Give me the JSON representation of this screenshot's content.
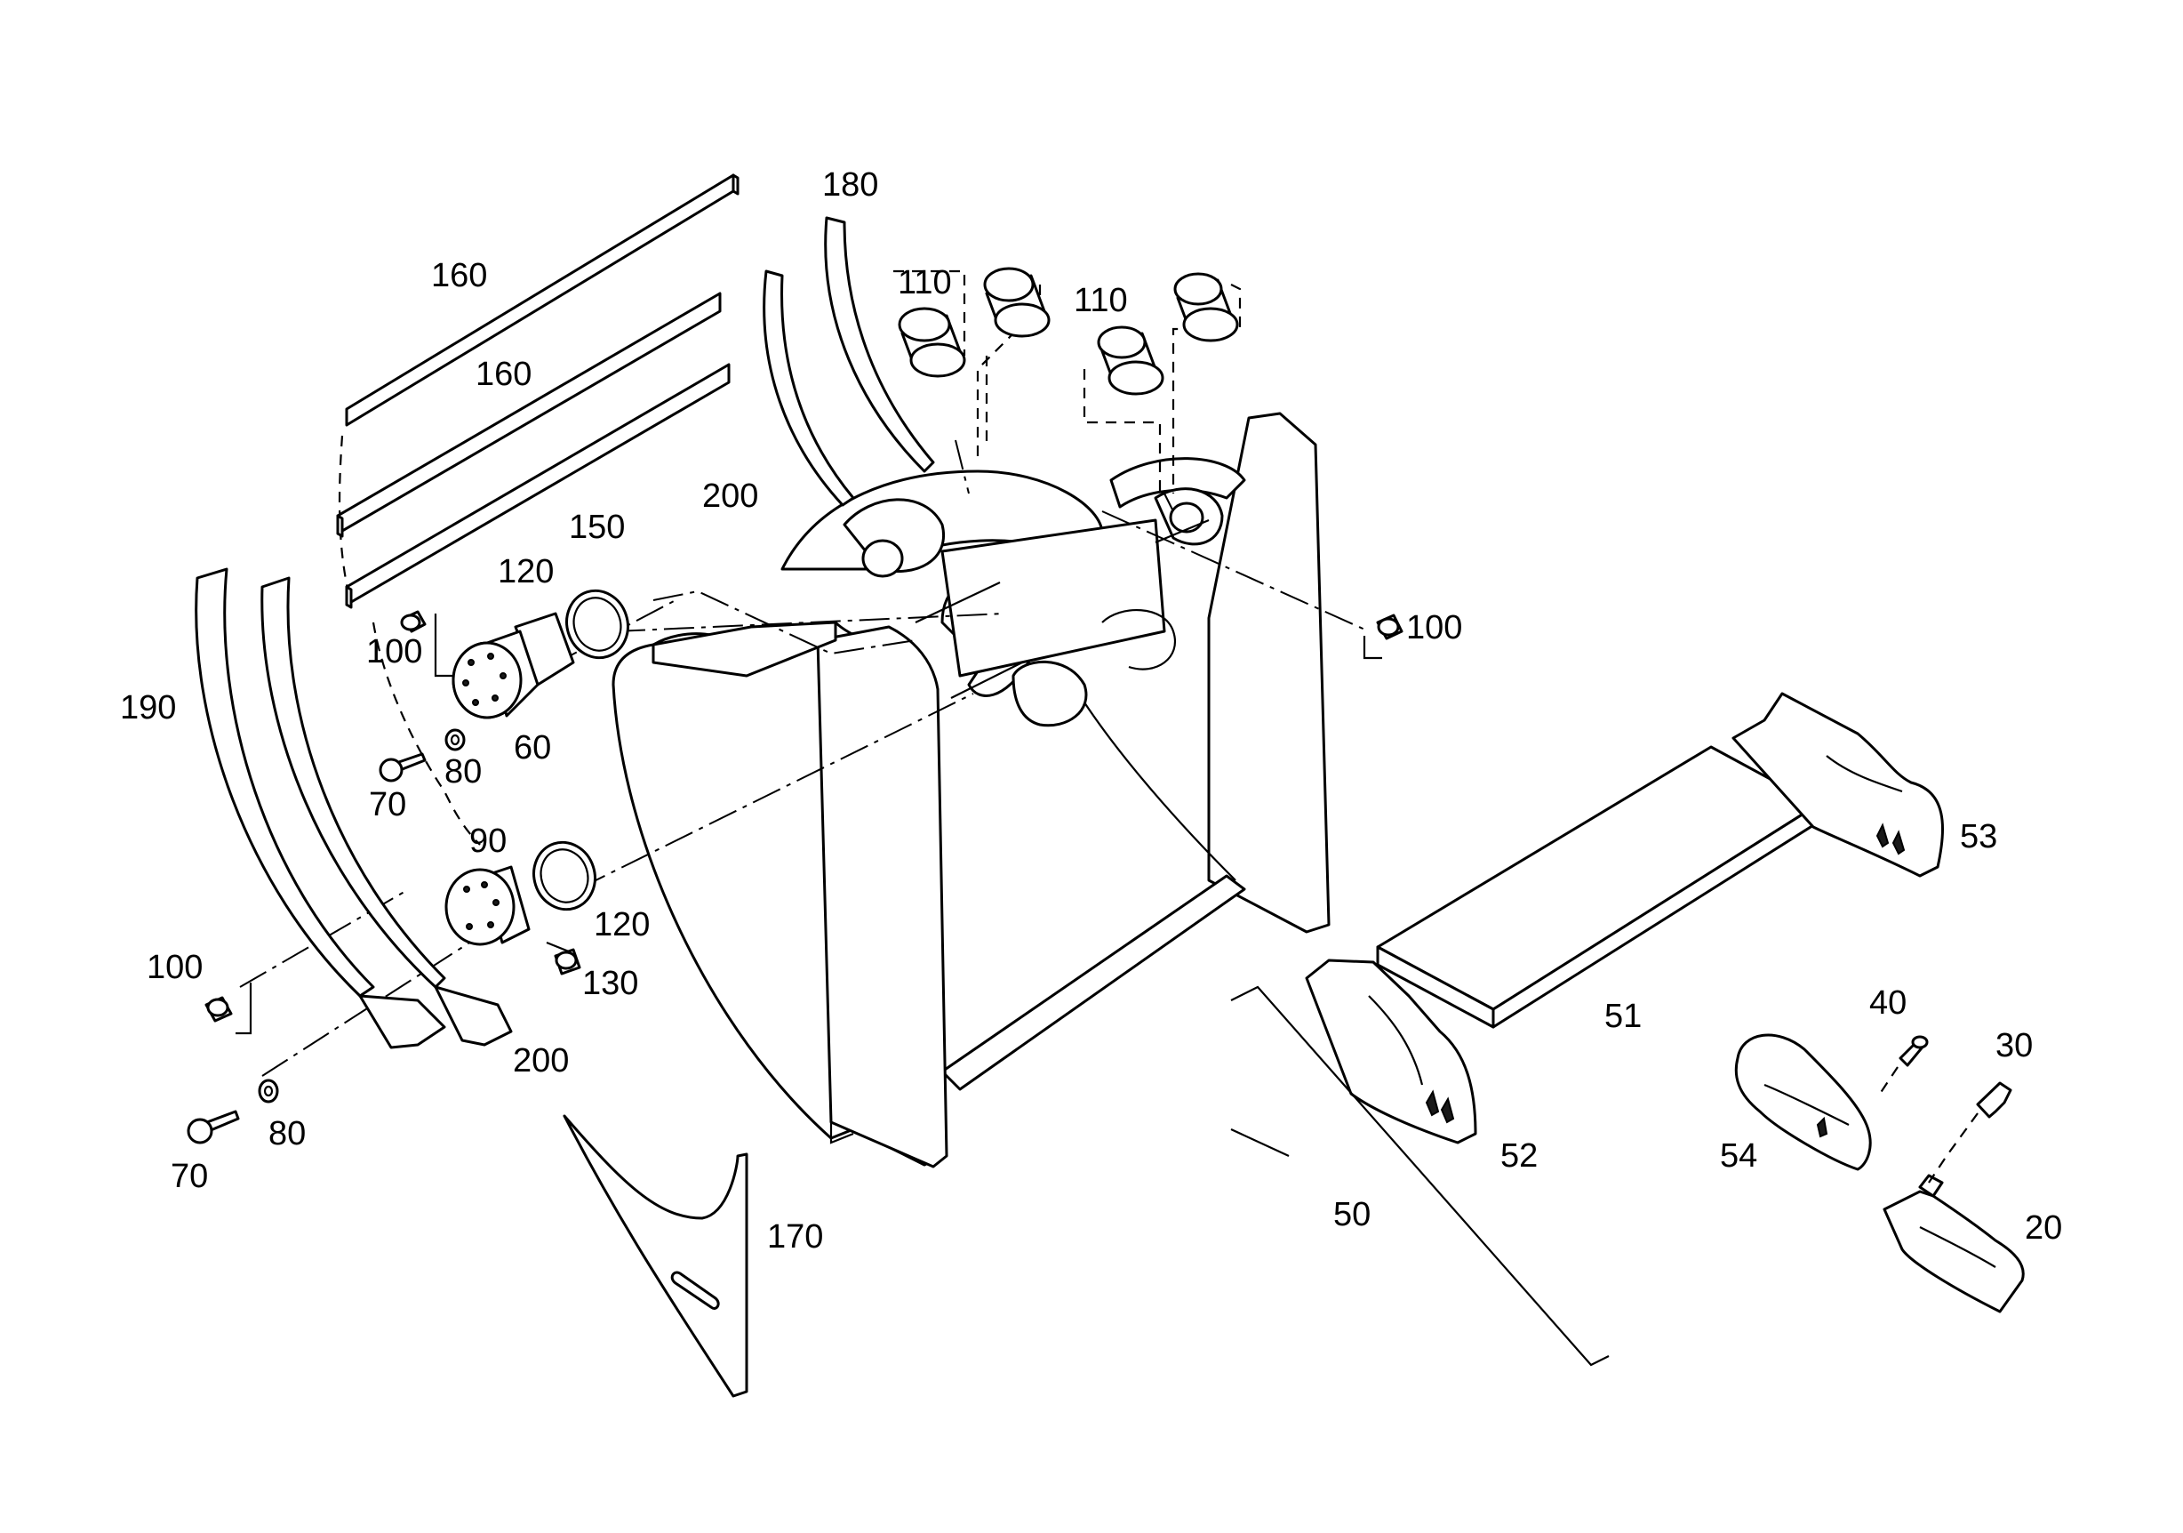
{
  "callouts": [
    "160",
    "160",
    "180",
    "110",
    "110",
    "200",
    "150",
    "120",
    "100",
    "100",
    "190",
    "60",
    "80",
    "70",
    "90",
    "120",
    "130",
    "100",
    "200",
    "80",
    "70",
    "170",
    "53",
    "51",
    "52",
    "50",
    "40",
    "30",
    "54",
    "20"
  ]
}
